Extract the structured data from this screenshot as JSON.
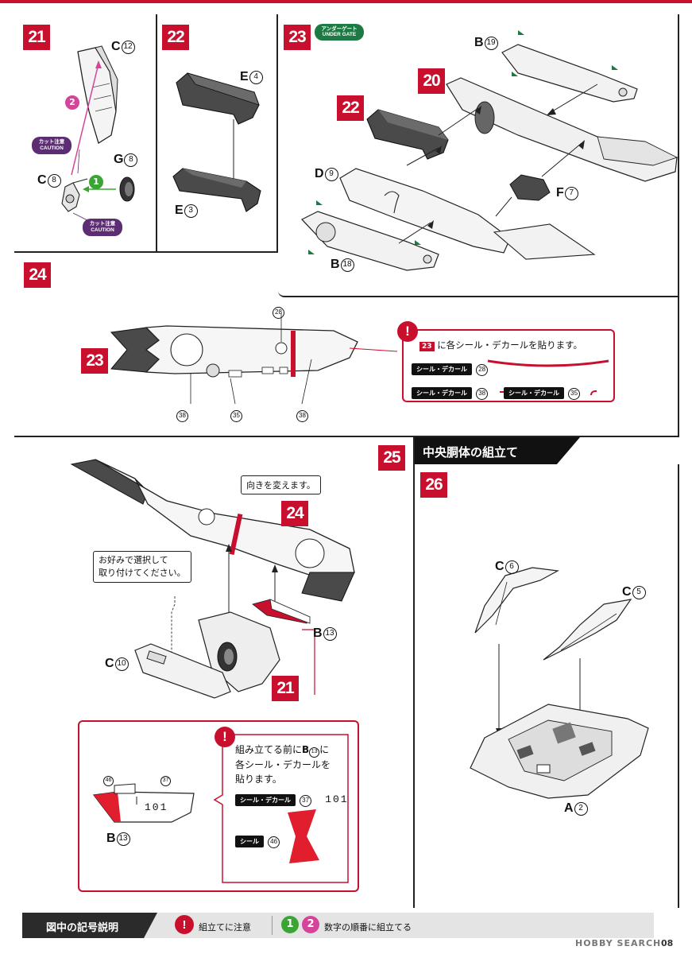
{
  "steps": {
    "s21": "21",
    "s22": "22",
    "s23": "23",
    "s24": "24",
    "s25": "25",
    "s26": "26",
    "ref20": "20",
    "ref22": "22",
    "ref23": "23",
    "ref24": "24",
    "ref21": "21"
  },
  "step21": {
    "part_c12": "C",
    "part_c12_num": "12",
    "part_c8": "C",
    "part_c8_num": "8",
    "part_g8": "G",
    "part_g8_num": "8",
    "order_1": "1",
    "order_2": "2",
    "caution_jp": "カット注意",
    "caution_en": "CAUTION"
  },
  "step22": {
    "part_e4": "E",
    "part_e4_num": "4",
    "part_e3": "E",
    "part_e3_num": "3"
  },
  "step23": {
    "undergate_jp": "アンダーゲート",
    "undergate_en": "UNDER GATE",
    "part_b19": "B",
    "part_b19_num": "19",
    "part_d9": "D",
    "part_d9_num": "9",
    "part_f7": "F",
    "part_f7_num": "7",
    "part_b18": "B",
    "part_b18_num": "18"
  },
  "step24": {
    "callout_28": "28",
    "callout_38a": "38",
    "callout_35": "35",
    "callout_38b": "38",
    "note_ref": "23",
    "note_text": "に各シール・デカールを貼ります。",
    "row1_tag": "シール・デカール",
    "row1_num": "28",
    "row2_tag": "シール・デカール",
    "row2_num": "38",
    "row3_tag": "シール・デカール",
    "row3_num": "35"
  },
  "step25": {
    "turn_note": "向きを変えます。",
    "choice_note_1": "お好みで選択して",
    "choice_note_2": "取り付けてください。",
    "part_b13": "B",
    "part_b13_num": "13",
    "part_c10": "C",
    "part_c10_num": "10",
    "pre_note_1": "組み立てる前に",
    "pre_note_part": "B",
    "pre_note_part_num": "13",
    "pre_note_1b": "に",
    "pre_note_2": "各シール・デカールを",
    "pre_note_3": "貼ります。",
    "decal_tag": "シール・デカール",
    "decal_num": "37",
    "decal_text": "101",
    "seal_tag": "シール",
    "seal_num": "46",
    "detail_46": "46",
    "detail_37": "37",
    "detail_label": "B",
    "detail_label_num": "13",
    "detail_text": "101"
  },
  "section_title": "中央胴体の組立て",
  "step26": {
    "part_c6": "C",
    "part_c6_num": "6",
    "part_c5": "C",
    "part_c5_num": "5",
    "part_a2": "A",
    "part_a2_num": "2"
  },
  "legend": {
    "title": "図中の記号説明",
    "caution_label": "組立てに注意",
    "order_label": "数字の順番に組立てる",
    "order_1": "1",
    "order_2": "2",
    "watermark": "HOBBY SEARCH",
    "page": "08"
  },
  "colors": {
    "accent_red": "#c8102e",
    "caution_purple": "#5d2d73",
    "gate_green": "#1e7a44",
    "order_green": "#3aa535",
    "order_pink": "#d4449a",
    "dark_part": "#4a4a4a"
  }
}
